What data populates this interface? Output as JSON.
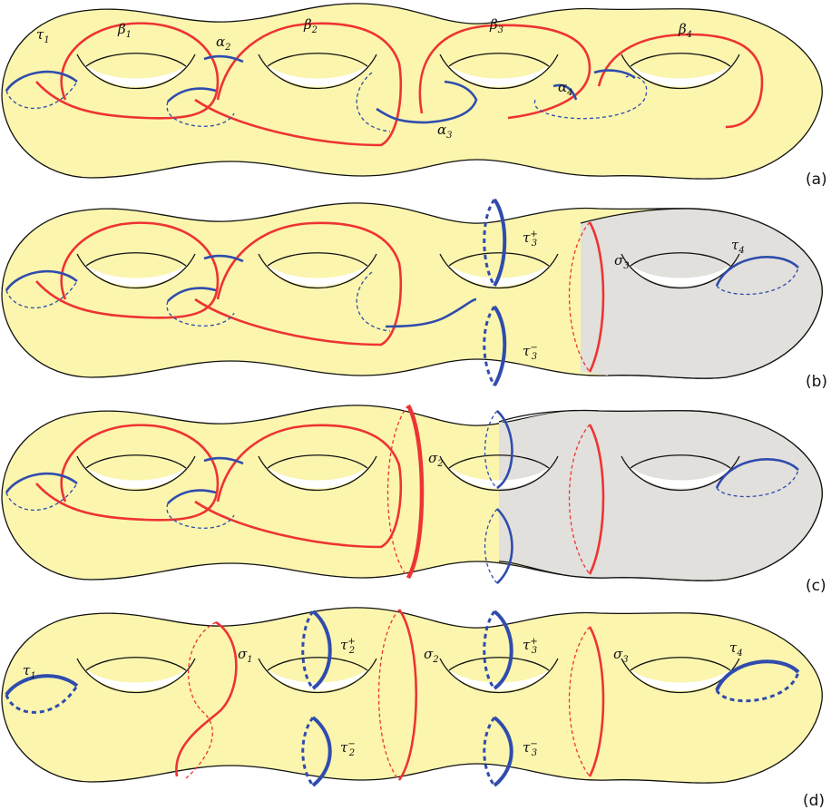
{
  "panels": [
    {
      "id": "a",
      "label": "(a)"
    },
    {
      "id": "b",
      "label": "(b)"
    },
    {
      "id": "c",
      "label": "(c)"
    },
    {
      "id": "d",
      "label": "(d)"
    }
  ],
  "labels": {
    "tau": "τ",
    "beta": "β",
    "alpha": "α",
    "sigma": "σ",
    "sub1": "1",
    "sub2": "2",
    "sub3": "3",
    "sub4": "4",
    "plus": "+",
    "minus": "−"
  },
  "colors": {
    "surface": "#fbf5ae",
    "shaded": "#e2e0dc",
    "red": "#ee3333",
    "blue": "#2f4cad"
  }
}
